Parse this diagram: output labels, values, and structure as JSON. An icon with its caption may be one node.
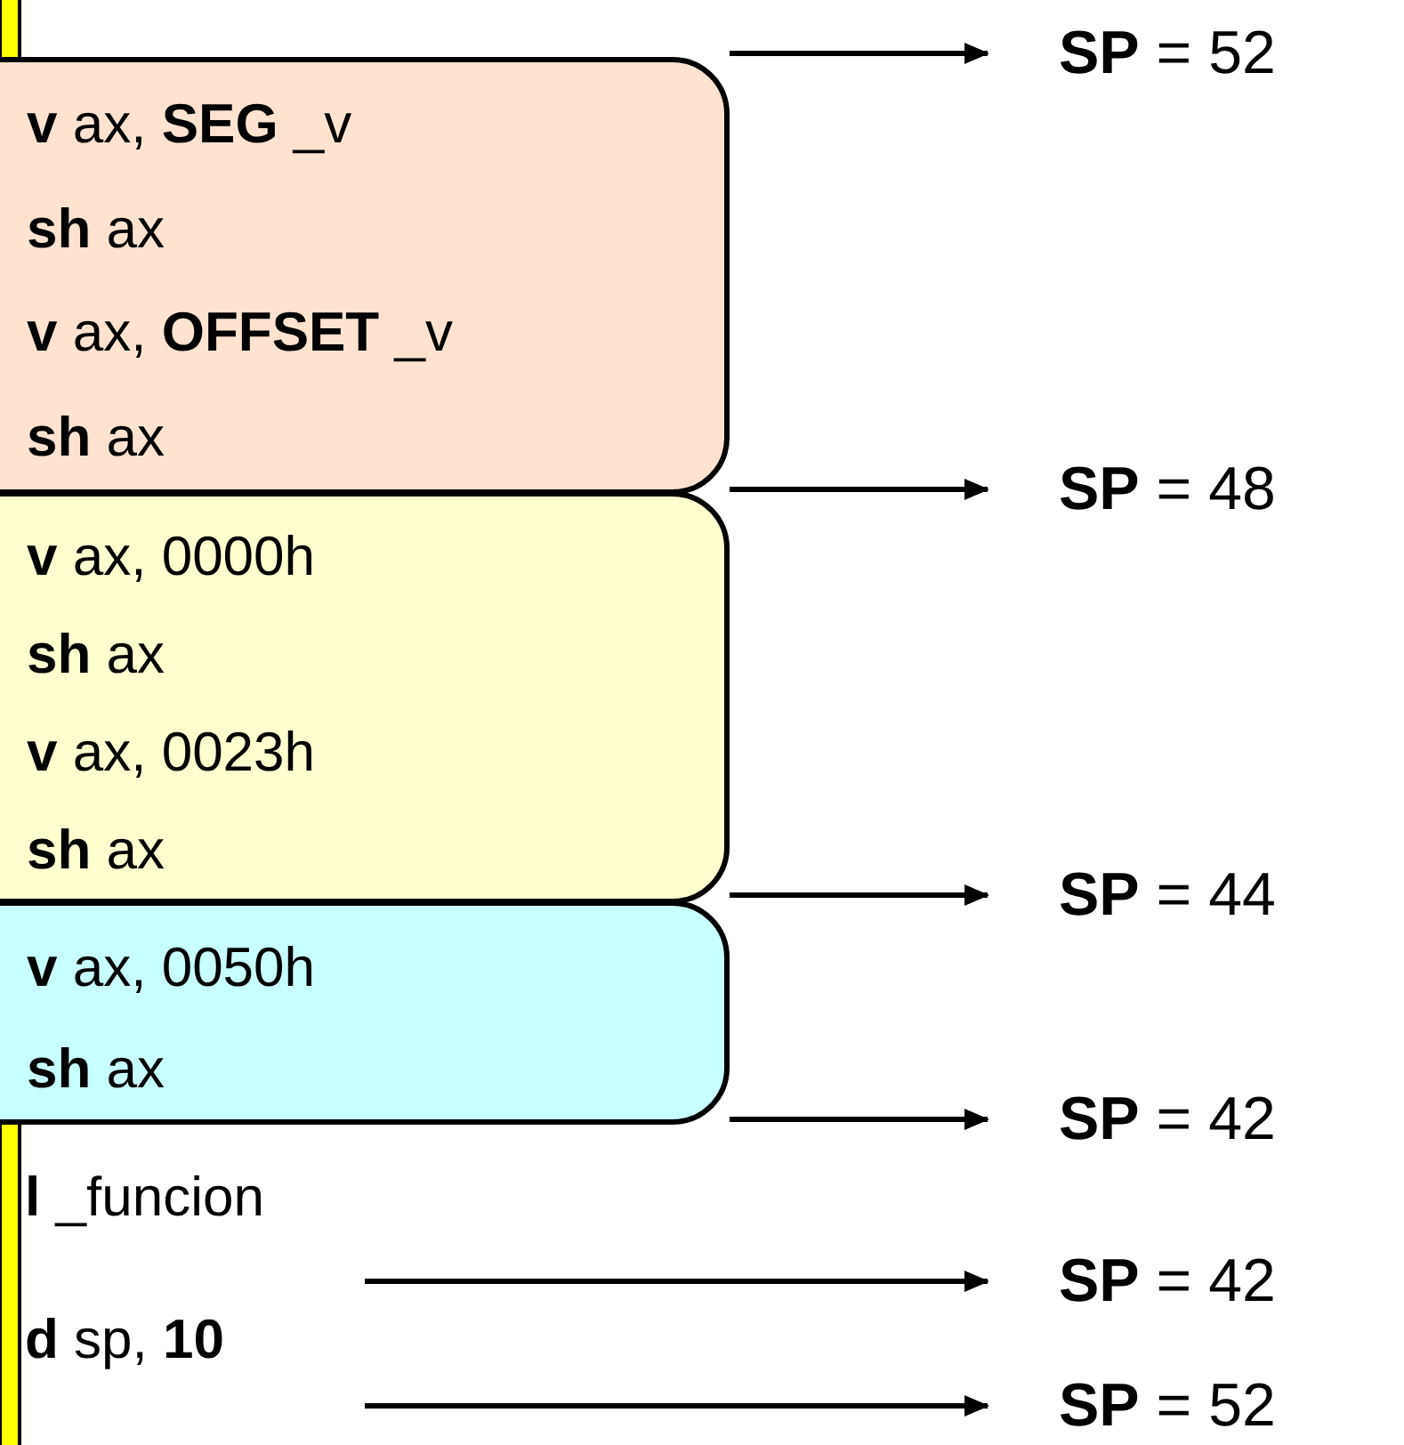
{
  "diagram": {
    "nodes": [
      {
        "text": [
          "**v** ax, **SEG** _v",
          "**sh** ax",
          "**v** ax, **OFFSET** _v",
          "**sh** ax"
        ]
      },
      {
        "text": [
          "**v** ax, 0000h",
          "**sh** ax",
          "**v** ax, 0023h",
          "**sh** ax"
        ]
      },
      {
        "text": [
          "**v** ax, 0050h",
          "**sh** ax"
        ]
      },
      {
        "text": [
          "**SP** = 52"
        ]
      },
      {
        "text": [
          "**SP** = 48"
        ]
      },
      {
        "text": [
          "**SP** = 44"
        ]
      },
      {
        "text": [
          "**SP** = 42"
        ]
      },
      {
        "text": [
          "**SP** = 42"
        ]
      },
      {
        "text": [
          "**SP** = 52"
        ]
      }
    ],
    "edges": [
      {
        "from": 0,
        "to": 3,
        "arrow": "to"
      },
      {
        "from": 0,
        "to": 4,
        "arrow": "to"
      },
      {
        "from": 1,
        "to": 5,
        "arrow": "to"
      },
      {
        "from": 2,
        "to": 6,
        "arrow": "to"
      },
      {
        "from": null,
        "to": 7,
        "arrow": "to"
      },
      {
        "from": null,
        "to": 8,
        "arrow": "to"
      }
    ],
    "labels": [
      "**l** _funcion",
      "**d** sp, **10**"
    ]
  }
}
